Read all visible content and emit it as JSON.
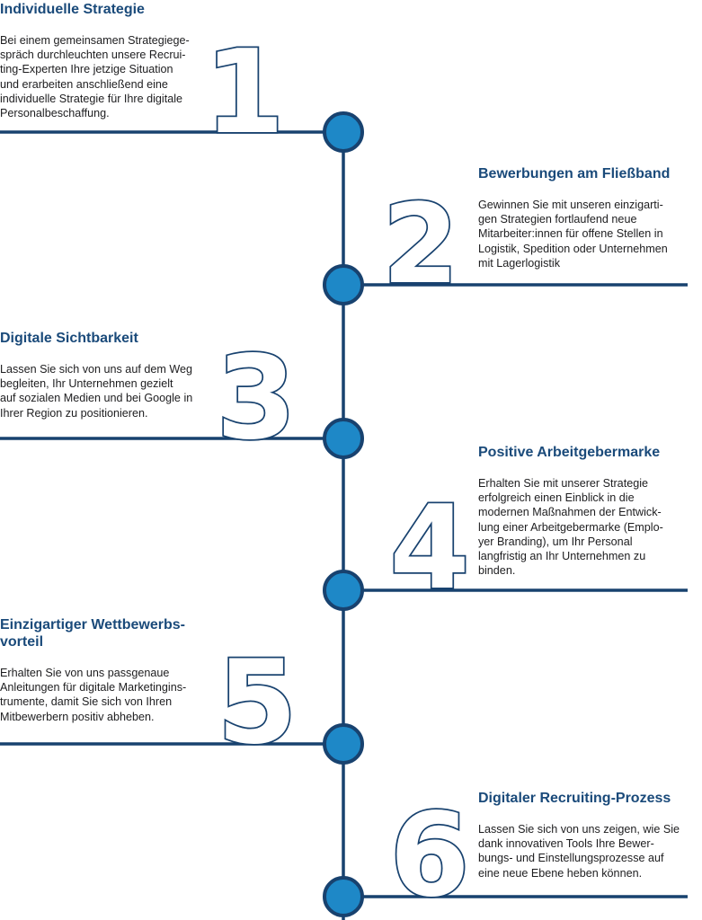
{
  "colors": {
    "line": "#18426f",
    "node_fill": "#1e88c7",
    "title": "#1a4a7a",
    "text": "#1d1d1f"
  },
  "steps": [
    {
      "number": "1",
      "title": "Individuelle Strategie",
      "text": "Bei einem gemeinsamen Strategiege-\nspräch durchleuchten unsere Recrui-\nting-Experten Ihre jetzige Situation\nund erarbeiten anschließend eine\nindividuelle Strategie für Ihre digitale\nPersonalbeschaffung."
    },
    {
      "number": "2",
      "title": "Bewerbungen am Fließband",
      "text": "Gewinnen Sie mit unseren einzigarti-\ngen Strategien fortlaufend neue\nMitarbeiter:innen für offene Stellen in\nLogistik, Spedition oder Unternehmen\nmit Lagerlogistik"
    },
    {
      "number": "3",
      "title": "Digitale Sichtbarkeit",
      "text": "Lassen Sie sich von uns auf dem Weg\nbegleiten, Ihr Unternehmen gezielt\nauf sozialen Medien und bei Google in\nIhrer Region zu positionieren."
    },
    {
      "number": "4",
      "title": "Positive Arbeitgebermarke",
      "text": "Erhalten Sie mit unserer Strategie\nerfolgreich einen Einblick in die\nmodernen Maßnahmen der Entwick-\nlung einer Arbeitgebermarke (Emplo-\nyer Branding), um Ihr Personal\nlangfristig an Ihr Unternehmen zu\nbinden."
    },
    {
      "number": "5",
      "title": "Einzigartiger Wettbewerbs-\nvorteil",
      "text": "Erhalten Sie von uns passgenaue\nAnleitungen für digitale Marketingins-\ntrumente, damit Sie sich von Ihren\nMitbewerbern positiv abheben."
    },
    {
      "number": "6",
      "title": "Digitaler Recruiting-Prozess",
      "text": "Lassen Sie sich von uns zeigen, wie Sie\ndank innovativen Tools Ihre Bewer-\nbungs- und Einstellungsprozesse auf\neine neue Ebene heben können."
    }
  ]
}
